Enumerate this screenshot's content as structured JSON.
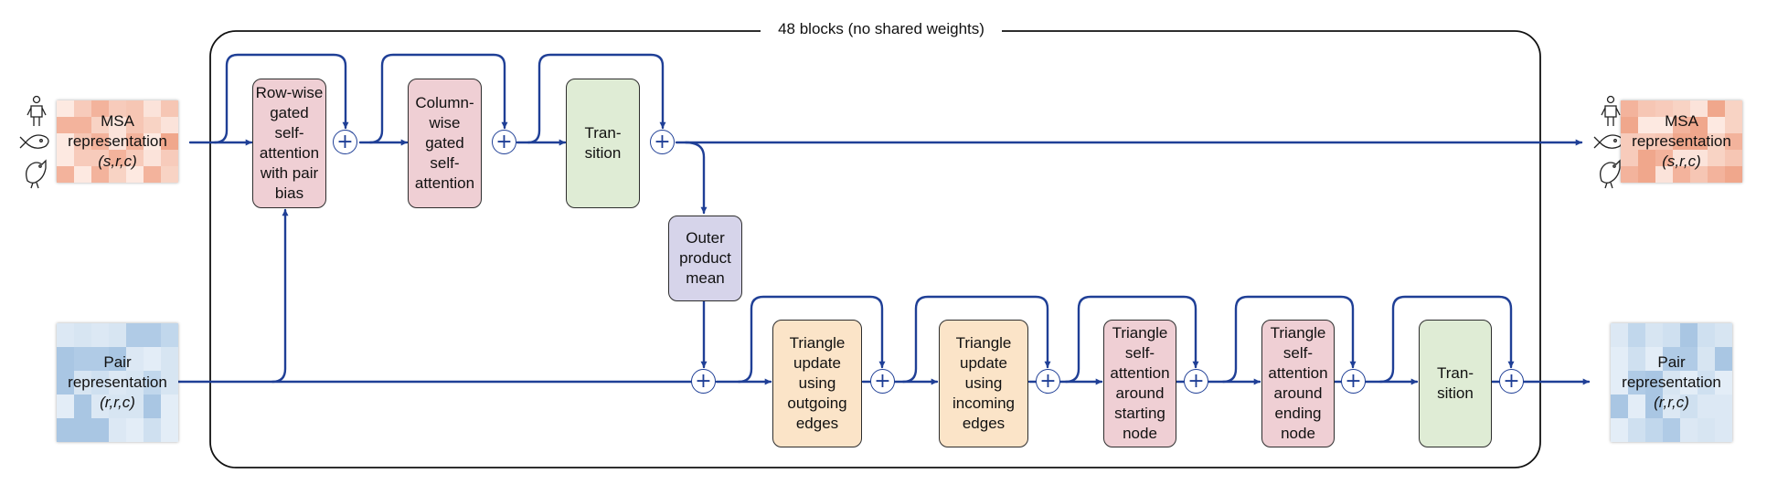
{
  "title": "48 blocks (no shared weights)",
  "colors": {
    "arrow": "#1f3f96",
    "attention_box": "#efcfd4",
    "transition_box": "#dfecd5",
    "outer_product_box": "#d6d4ea",
    "triangle_update_box": "#fbe4c8"
  },
  "msa_input": {
    "label": "MSA\nrepresentation",
    "dims": "(s,r,c)"
  },
  "pair_input": {
    "label": "Pair\nrepresentation",
    "dims": "(r,r,c)"
  },
  "msa_output": {
    "label": "MSA\nrepresentation",
    "dims": "(s,r,c)"
  },
  "pair_output": {
    "label": "Pair\nrepresentation",
    "dims": "(r,r,c)"
  },
  "modules": {
    "row_attention": "Row-wise\ngated\nself-\nattention\nwith pair\nbias",
    "column_attention": "Column-\nwise\ngated\nself-\nattention",
    "msa_transition": "Tran-\nsition",
    "outer_product_mean": "Outer\nproduct\nmean",
    "triangle_outgoing": "Triangle\nupdate\nusing\noutgoing\nedges",
    "triangle_incoming": "Triangle\nupdate\nusing\nincoming\nedges",
    "triangle_attn_start": "Triangle\nself-\nattention\naround\nstarting\nnode",
    "triangle_attn_end": "Triangle\nself-\nattention\naround\nending\nnode",
    "pair_transition": "Tran-\nsition"
  },
  "plus_symbol": "+",
  "sequence_icons": [
    "human-icon",
    "fish-icon",
    "bird-icon"
  ]
}
